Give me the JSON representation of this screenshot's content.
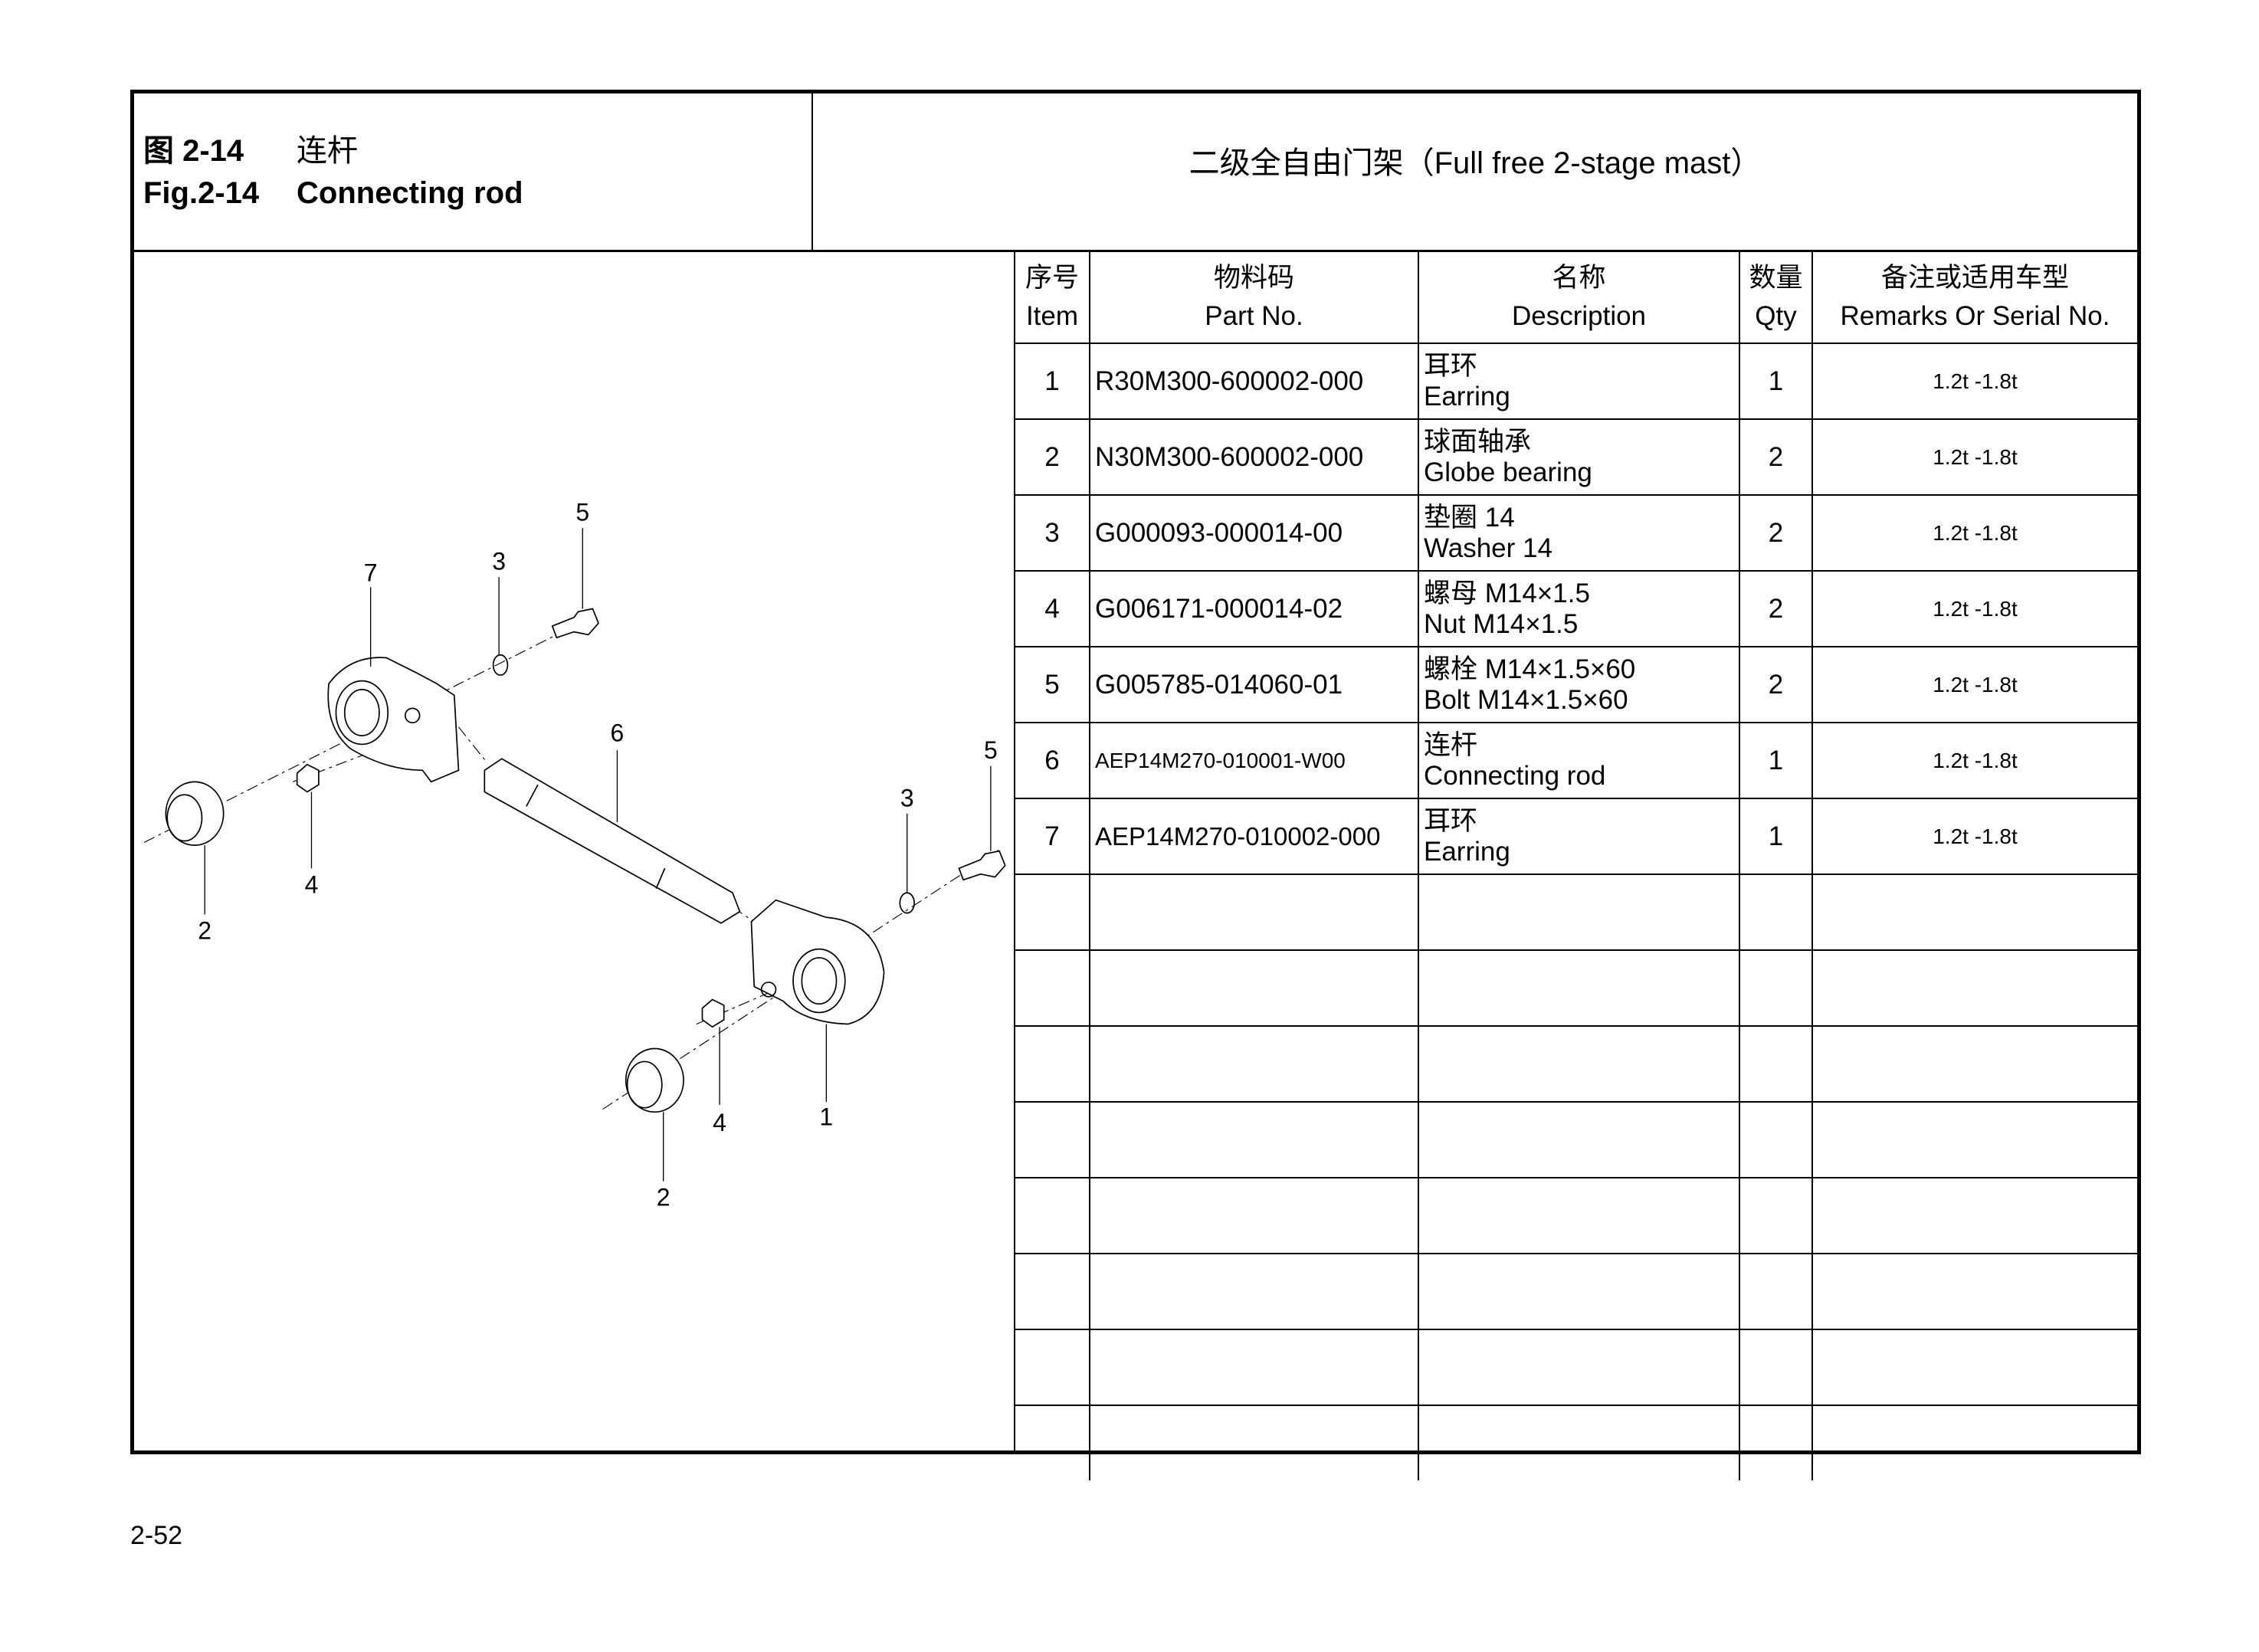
{
  "header": {
    "figure_cn_num": "图 2-14",
    "figure_cn_title": "连杆",
    "figure_en_num": "Fig.2-14",
    "figure_en_title": "Connecting rod",
    "model": "二级全自由门架（Full free 2-stage mast）"
  },
  "table": {
    "columns": [
      {
        "cn": "序号",
        "en": "Item"
      },
      {
        "cn": "物料码",
        "en": "Part No."
      },
      {
        "cn": "名称",
        "en": "Description"
      },
      {
        "cn": "数量",
        "en": "Qty"
      },
      {
        "cn": "备注或适用车型",
        "en": "Remarks Or Serial No."
      }
    ],
    "rows": [
      {
        "item": "1",
        "part": "R30M300-600002-000",
        "desc_cn": "耳环",
        "desc_en": "Earring",
        "qty": "1",
        "remarks": "1.2t -1.8t"
      },
      {
        "item": "2",
        "part": "N30M300-600002-000",
        "desc_cn": "球面轴承",
        "desc_en": "Globe bearing",
        "qty": "2",
        "remarks": "1.2t -1.8t"
      },
      {
        "item": "3",
        "part": "G000093-000014-00",
        "desc_cn": "垫圈 14",
        "desc_en": "Washer 14",
        "qty": "2",
        "remarks": "1.2t -1.8t"
      },
      {
        "item": "4",
        "part": "G006171-000014-02",
        "desc_cn": "螺母 M14×1.5",
        "desc_en": "Nut M14×1.5",
        "qty": "2",
        "remarks": "1.2t -1.8t"
      },
      {
        "item": "5",
        "part": "G005785-014060-01",
        "desc_cn": "螺栓 M14×1.5×60",
        "desc_en": "Bolt M14×1.5×60",
        "qty": "2",
        "remarks": "1.2t -1.8t"
      },
      {
        "item": "6",
        "part": "AEP14M270-010001-W00",
        "desc_cn": "连杆",
        "desc_en": "Connecting rod",
        "qty": "1",
        "remarks": "1.2t -1.8t"
      },
      {
        "item": "7",
        "part": "AEP14M270-010002-000",
        "desc_cn": "耳环",
        "desc_en": "Earring",
        "qty": "1",
        "remarks": "1.2t -1.8t"
      }
    ],
    "empty_rows": 8
  },
  "drawing": {
    "callouts": [
      "5",
      "3",
      "7",
      "6",
      "5",
      "3",
      "4",
      "2",
      "4",
      "1",
      "2"
    ]
  },
  "footer": {
    "page_number": "2-52"
  }
}
